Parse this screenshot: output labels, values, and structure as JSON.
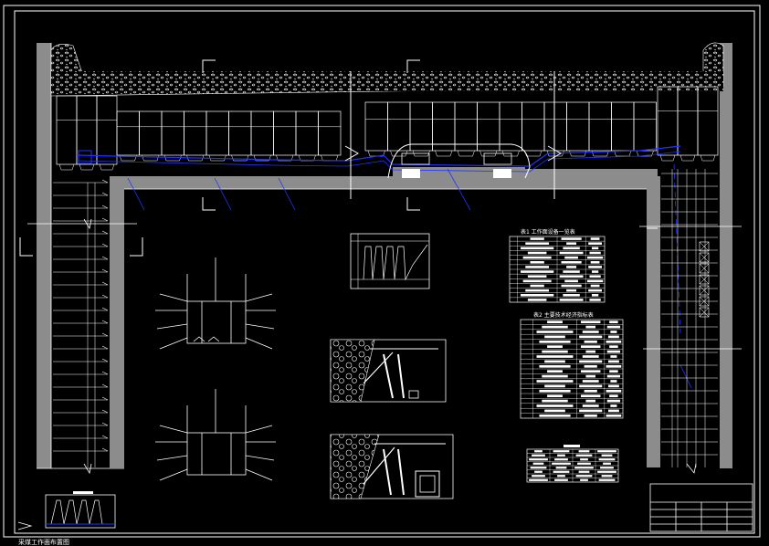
{
  "drawing": {
    "table1_title": "表1 工作面设备一览表",
    "table2_title": "表2 主要技术经济指标表",
    "bottom_note": "采煤工作面布置图"
  },
  "colors": {
    "background": "#000000",
    "line": "#ffffff",
    "wall": "#8c8c8c",
    "blue": "#2233ff"
  }
}
